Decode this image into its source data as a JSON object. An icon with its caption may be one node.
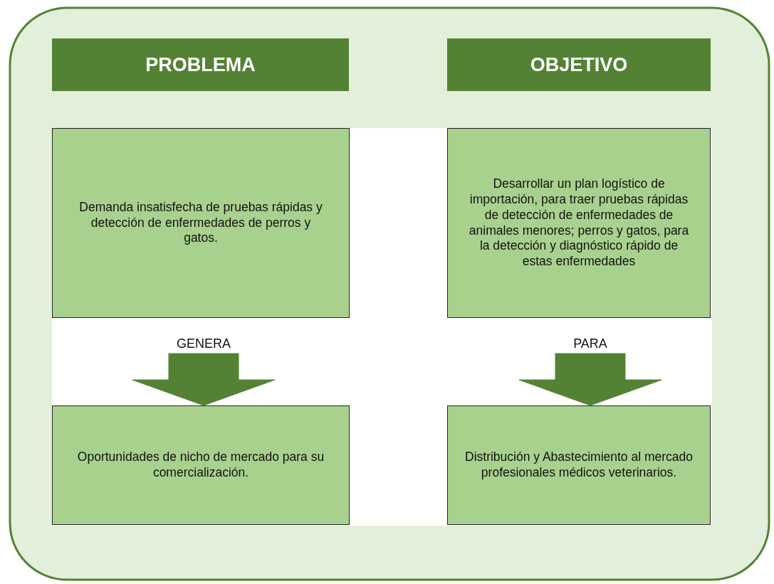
{
  "diagram": {
    "nodes": [
      {
        "text": [
          "PROBLEMA"
        ]
      },
      {
        "text": [
          "OBJETIVO"
        ]
      },
      {
        "text": [
          "Demanda insatisfecha de pruebas rápidas y detección de enfermedades de perros y gatos."
        ]
      },
      {
        "text": [
          "Desarrollar un plan logístico de importación, para traer pruebas rápidas de detección de enfermedades de animales menores; perros y gatos, para la detección y diagnóstico rápido de estas enfermedades"
        ]
      },
      {
        "text": [
          "Oportunidades de nicho de mercado para su comercialización."
        ]
      },
      {
        "text": [
          "Distribución y Abastecimiento al mercado profesionales médicos veterinarios."
        ]
      }
    ],
    "edges": [
      {
        "from": 2,
        "to": 4,
        "arrow": "to",
        "label": "GENERA",
        "style": "thick"
      },
      {
        "from": 3,
        "to": 5,
        "arrow": "to",
        "label": "PARA",
        "style": "thick"
      }
    ]
  }
}
